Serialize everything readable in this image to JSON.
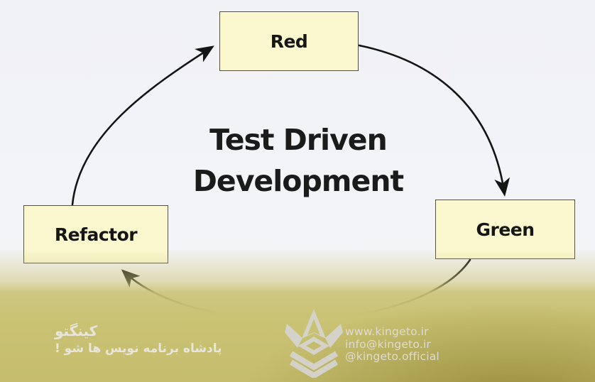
{
  "title": {
    "line1": "Test Driven",
    "line2": "Development"
  },
  "nodes": [
    {
      "id": "red",
      "label": "Red"
    },
    {
      "id": "green",
      "label": "Green"
    },
    {
      "id": "refactor",
      "label": "Refactor"
    }
  ],
  "arrows": [
    {
      "from": "Refactor",
      "to": "Red"
    },
    {
      "from": "Red",
      "to": "Green"
    },
    {
      "from": "Green",
      "to": "Refactor"
    }
  ],
  "branding": {
    "logo_icon": "kingeto-crown-icon",
    "name_fa": "کینگتو",
    "slogan_fa": "پادشاه برنامه نویس ها شو !",
    "website": "www.kingeto.ir",
    "email": "info@kingeto.ir",
    "social": "@kingeto.official"
  },
  "colors": {
    "background": "#f2f3f7",
    "node_fill": "#fbf8d0",
    "node_border": "#51504a",
    "arrow": "#151515",
    "khaki_band": "#c9c173",
    "olive_dark": "#9a8f35",
    "branding_text": "#e7e5dc"
  }
}
